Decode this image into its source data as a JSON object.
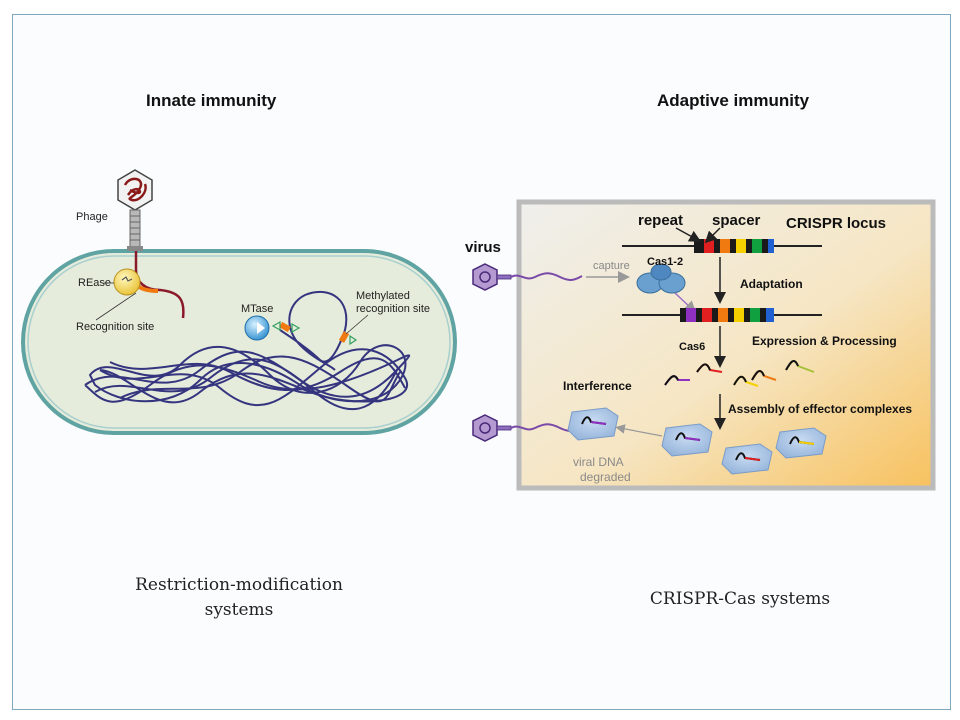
{
  "titles": {
    "innate": "Innate immunity",
    "adaptive": "Adaptive immunity"
  },
  "captions": {
    "left_line1": "Restriction-modification",
    "left_line2": "systems",
    "right": "CRISPR-Cas systems"
  },
  "left_panel": {
    "phage": "Phage",
    "rease": "REase",
    "recognition_site": "Recognition site",
    "mtase": "MTase",
    "methylated_line1": "Methylated",
    "methylated_line2": "recognition site"
  },
  "right_panel": {
    "repeat": "repeat",
    "spacer": "spacer",
    "crispr_locus": "CRISPR locus",
    "virus": "virus",
    "capture": "capture",
    "cas12": "Cas1-2",
    "adaptation": "Adaptation",
    "expression": "Expression & Processing",
    "cas6": "Cas6",
    "interference": "Interference",
    "assembly": "Assembly of effector complexes",
    "viral_dna_line1": "viral DNA",
    "viral_dna_line2": "degraded"
  },
  "colors": {
    "frame_border": "#7fa8bf",
    "cell_fill": "#e9eedf",
    "cell_border": "#5aa0a0",
    "chromosome": "#3a3a8a",
    "panel_bg_from": "#f2f2f2",
    "panel_bg_to": "#f6c66a",
    "spacer_colors": [
      "#e02020",
      "#f07a10",
      "#f5d000",
      "#10a040",
      "#2060d0",
      "#9030c0"
    ]
  }
}
